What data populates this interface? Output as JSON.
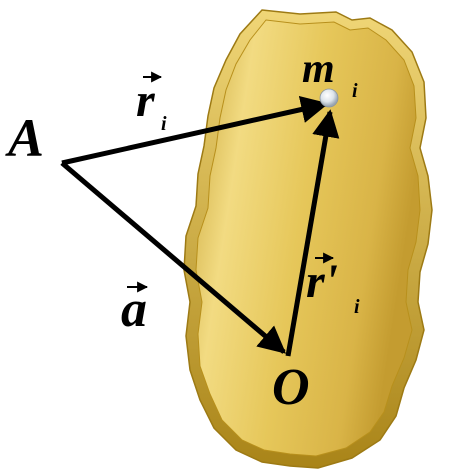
{
  "diagram": {
    "point_A": "A",
    "point_O": "O",
    "mass": {
      "symbol": "m",
      "index": "i"
    },
    "vector_r": {
      "symbol": "r",
      "index": "i"
    },
    "vector_r_prime": {
      "symbol": "r'",
      "index": "i"
    },
    "vector_a": {
      "symbol": "a"
    },
    "colors": {
      "body_fill": "#e2c050",
      "body_edge": "#b8901c",
      "arrows": "#000000",
      "mass_point": "#e8eef4"
    }
  }
}
